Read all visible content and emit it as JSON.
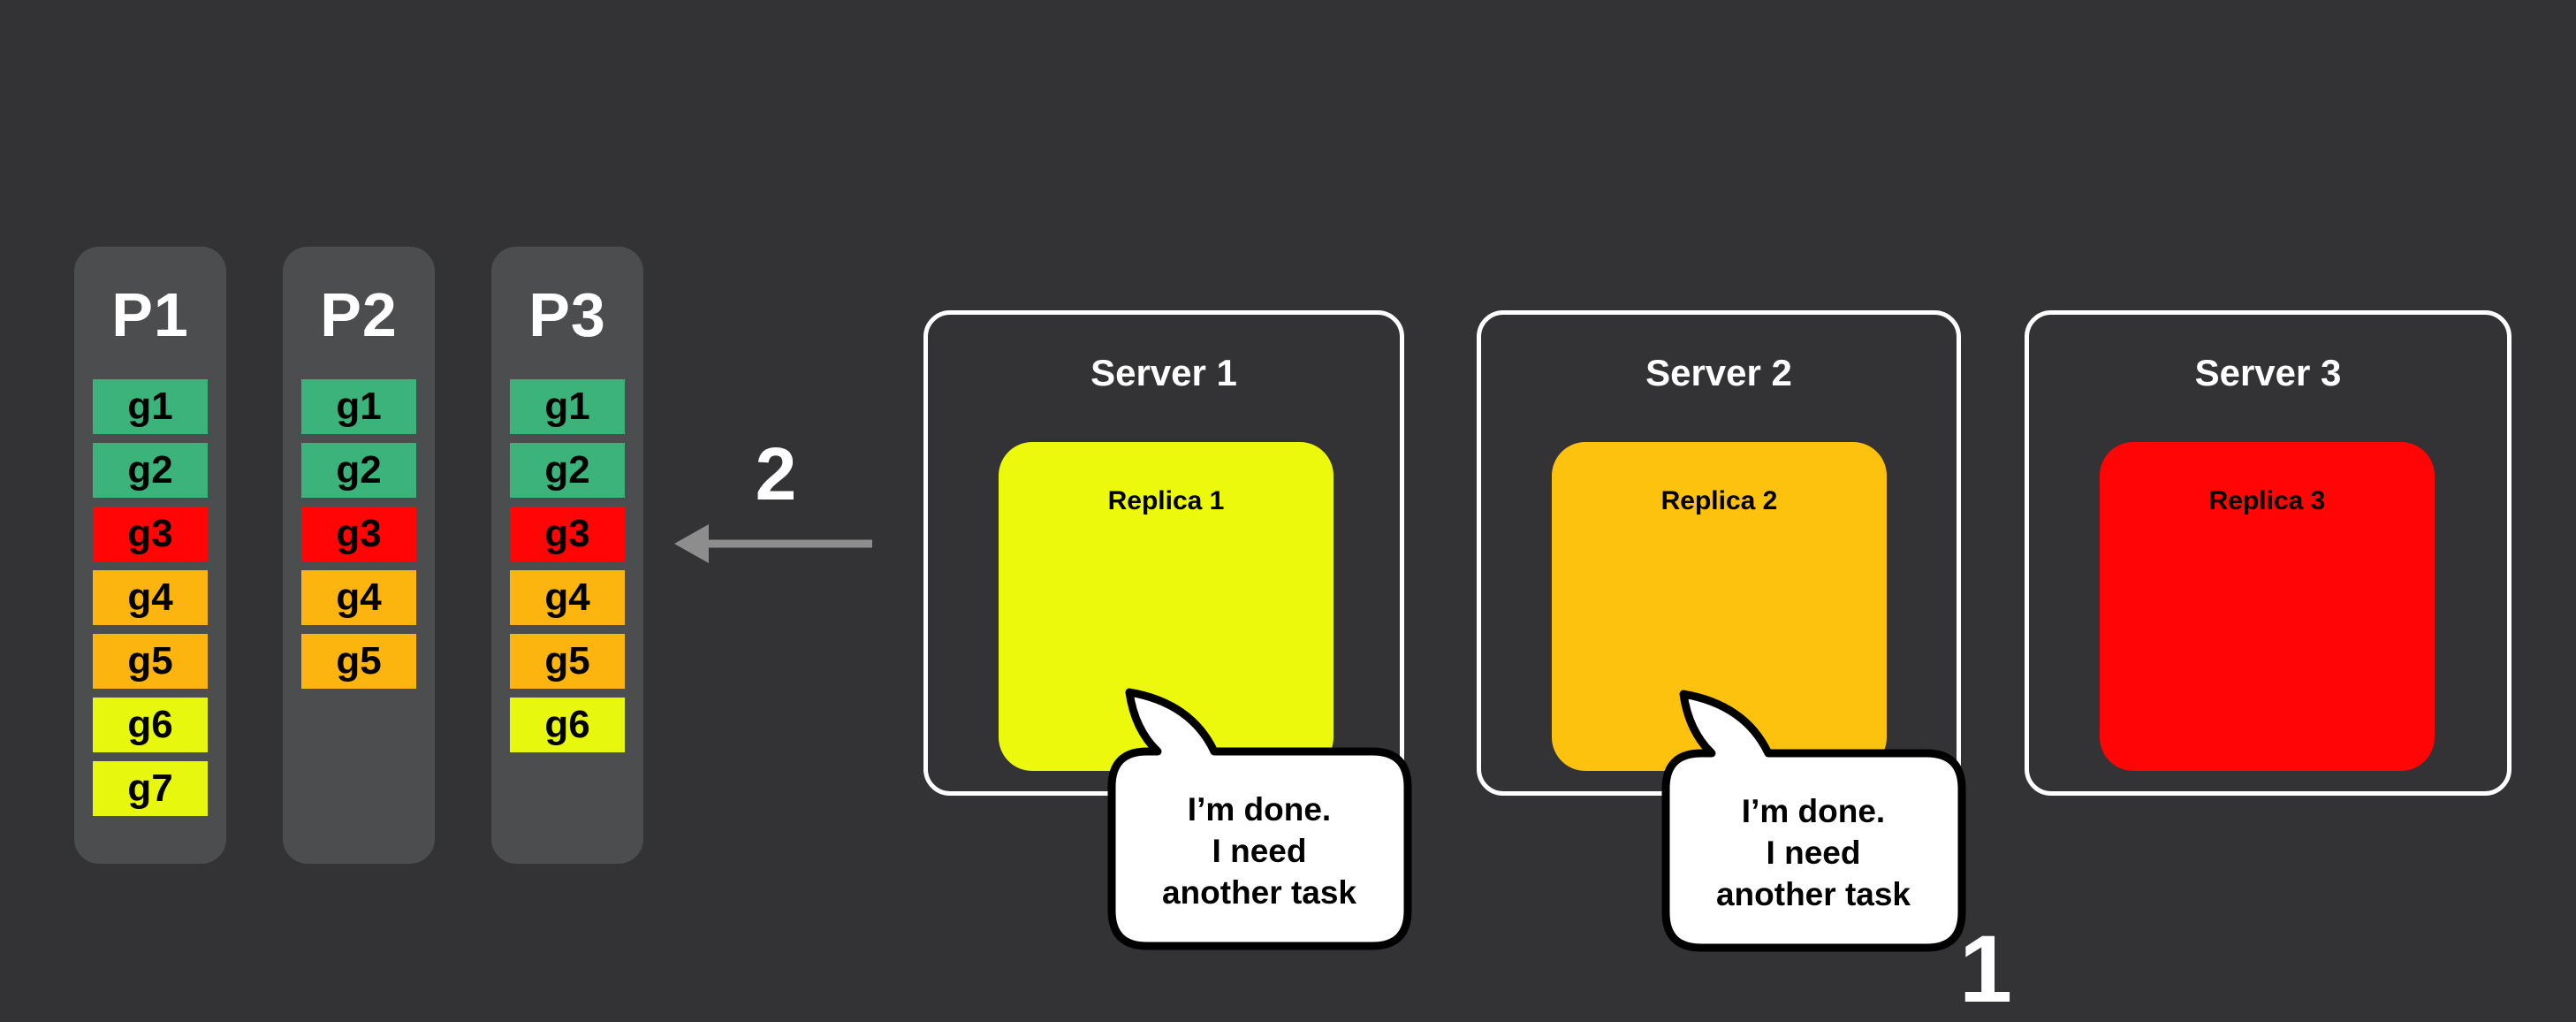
{
  "canvas": {
    "background": "#333335"
  },
  "partitions": {
    "column_fill": "#4c4d4f",
    "columns": [
      {
        "label": "P1",
        "tasks": [
          {
            "label": "g1",
            "color": "#3cb37a"
          },
          {
            "label": "g2",
            "color": "#3cb37a"
          },
          {
            "label": "g3",
            "color": "#ff0505"
          },
          {
            "label": "g4",
            "color": "#fcb40e"
          },
          {
            "label": "g5",
            "color": "#fcb40e"
          },
          {
            "label": "g6",
            "color": "#e7f70d"
          },
          {
            "label": "g7",
            "color": "#e7f70d"
          }
        ]
      },
      {
        "label": "P2",
        "tasks": [
          {
            "label": "g1",
            "color": "#3cb37a"
          },
          {
            "label": "g2",
            "color": "#3cb37a"
          },
          {
            "label": "g3",
            "color": "#ff0505"
          },
          {
            "label": "g4",
            "color": "#fcb40e"
          },
          {
            "label": "g5",
            "color": "#fcb40e"
          }
        ]
      },
      {
        "label": "P3",
        "tasks": [
          {
            "label": "g1",
            "color": "#3cb37a"
          },
          {
            "label": "g2",
            "color": "#3cb37a"
          },
          {
            "label": "g3",
            "color": "#ff0505"
          },
          {
            "label": "g4",
            "color": "#fcb40e"
          },
          {
            "label": "g5",
            "color": "#fcb40e"
          },
          {
            "label": "g6",
            "color": "#e7f70d"
          }
        ]
      }
    ]
  },
  "arrow": {
    "label": "2",
    "color": "#8d8d8d",
    "label_color": "#ffffff"
  },
  "servers": [
    {
      "title": "Server 1",
      "replica": {
        "label": "Replica 1",
        "color": "#ecf80c"
      }
    },
    {
      "title": "Server 2",
      "replica": {
        "label": "Replica 2",
        "color": "#fdc20d"
      }
    },
    {
      "title": "Server 3",
      "replica": {
        "label": "Replica 3",
        "color": "#ff0505"
      }
    }
  ],
  "speech_bubble": {
    "fill": "#ffffff",
    "border": "#000000",
    "lines": [
      "I’m done.",
      "I need",
      "another task"
    ]
  },
  "step_label": "1"
}
